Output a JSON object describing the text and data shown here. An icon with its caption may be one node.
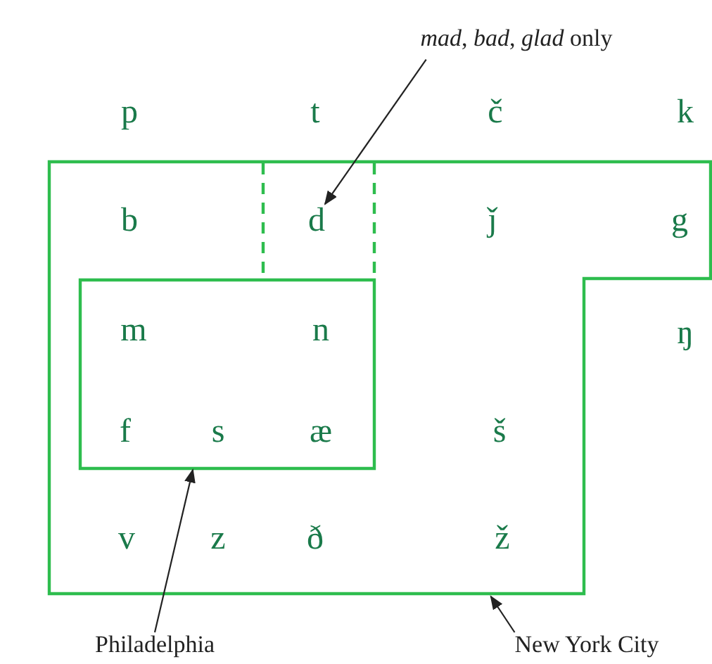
{
  "diagram": {
    "nodes": [
      {
        "text": [
          "*mad*, *bad*, *glad* only"
        ]
      },
      {
        "text": [],
        "shape": "box"
      },
      {
        "text": [
          "d"
        ],
        "in": 1
      },
      {
        "text": [],
        "shape": "box",
        "in": 1
      },
      {
        "text": [
          "Philadelphia"
        ]
      },
      {
        "text": [
          "New York City"
        ]
      }
    ],
    "edges": [
      {
        "from": 0,
        "to": 2,
        "arrow": "to"
      },
      {
        "from": 4,
        "to": 3,
        "arrow": "to"
      },
      {
        "from": 5,
        "to": 1,
        "arrow": "to"
      }
    ],
    "labels": [
      "p",
      "t",
      "č",
      "k",
      "b",
      "ǰ",
      "g",
      "m",
      "n",
      "ŋ",
      "f",
      "s",
      "æ",
      "š",
      "v",
      "z",
      "ð",
      "ž"
    ]
  }
}
